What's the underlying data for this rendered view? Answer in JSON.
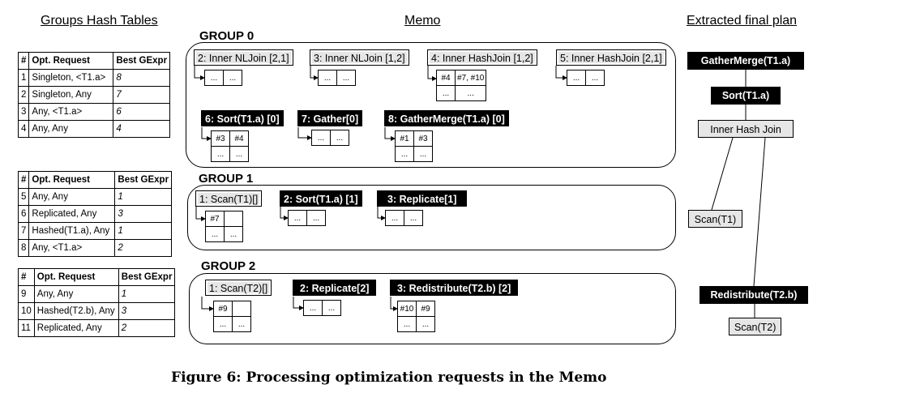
{
  "headers": {
    "hash_tables": "Groups Hash Tables",
    "memo": "Memo",
    "final_plan": "Extracted final plan"
  },
  "groups": [
    {
      "title": "GROUP 0",
      "table_headers": [
        "#",
        "Opt. Request",
        "Best GExpr"
      ],
      "table_rows": [
        [
          "1",
          "Singleton,  <T1.a>",
          "8"
        ],
        [
          "2",
          "Singleton, Any",
          "7"
        ],
        [
          "3",
          "Any,  <T1.a>",
          "6"
        ],
        [
          "4",
          "Any,  Any",
          "4"
        ]
      ],
      "gexprs": [
        {
          "label": "2: Inner NLJoin [2,1]",
          "style": "grey",
          "cells": [
            "...",
            "..."
          ]
        },
        {
          "label": "3: Inner NLJoin [1,2]",
          "style": "grey",
          "cells": [
            "...",
            "..."
          ]
        },
        {
          "label": "4: Inner HashJoin [1,2]",
          "style": "grey",
          "cells": [
            "#4",
            "#7, #10",
            "...",
            "..."
          ]
        },
        {
          "label": "5: Inner HashJoin [2,1]",
          "style": "grey",
          "cells": [
            "...",
            "..."
          ]
        },
        {
          "label": "6: Sort(T1.a) [0]",
          "style": "black",
          "cells": [
            "#3",
            "#4",
            "...",
            "..."
          ]
        },
        {
          "label": "7: Gather[0]",
          "style": "black",
          "cells": [
            "...",
            "..."
          ]
        },
        {
          "label": "8: GatherMerge(T1.a) [0]",
          "style": "black",
          "cells": [
            "#1",
            "#3",
            "...",
            "..."
          ]
        }
      ]
    },
    {
      "title": "GROUP 1",
      "table_headers": [
        "#",
        "Opt. Request",
        "Best GExpr"
      ],
      "table_rows": [
        [
          "5",
          "Any, Any",
          "1"
        ],
        [
          "6",
          "Replicated, Any",
          "3"
        ],
        [
          "7",
          "Hashed(T1.a), Any",
          "1"
        ],
        [
          "8",
          "Any, <T1.a>",
          "2"
        ]
      ],
      "gexprs": [
        {
          "label": "1: Scan(T1)[]",
          "style": "grey",
          "cells": [
            "#7",
            "",
            "...",
            "..."
          ]
        },
        {
          "label": "2: Sort(T1.a) [1]",
          "style": "black",
          "cells": [
            "...",
            "..."
          ]
        },
        {
          "label": "3: Replicate[1]",
          "style": "black",
          "cells": [
            "...",
            "..."
          ]
        }
      ]
    },
    {
      "title": "GROUP 2",
      "table_headers": [
        "#",
        "Opt. Request",
        "Best GExpr"
      ],
      "table_rows": [
        [
          "9",
          "Any, Any",
          "1"
        ],
        [
          "10",
          "Hashed(T2.b), Any",
          "3"
        ],
        [
          "11",
          "Replicated, Any",
          "2"
        ]
      ],
      "gexprs": [
        {
          "label": "1: Scan(T2)[]",
          "style": "grey",
          "cells": [
            "#9",
            "",
            "...",
            "..."
          ]
        },
        {
          "label": "2: Replicate[2]",
          "style": "black",
          "cells": [
            "...",
            "..."
          ]
        },
        {
          "label": "3: Redistribute(T2.b) [2]",
          "style": "black",
          "cells": [
            "#10",
            "#9",
            "...",
            "..."
          ]
        }
      ]
    }
  ],
  "final_plan": {
    "nodes": [
      "GatherMerge(T1.a)",
      "Sort(T1.a)",
      "Inner Hash Join",
      "Scan(T1)",
      "Redistribute(T2.b)",
      "Scan(T2)"
    ]
  },
  "caption": "Figure 6:  Processing optimization requests in the Memo"
}
